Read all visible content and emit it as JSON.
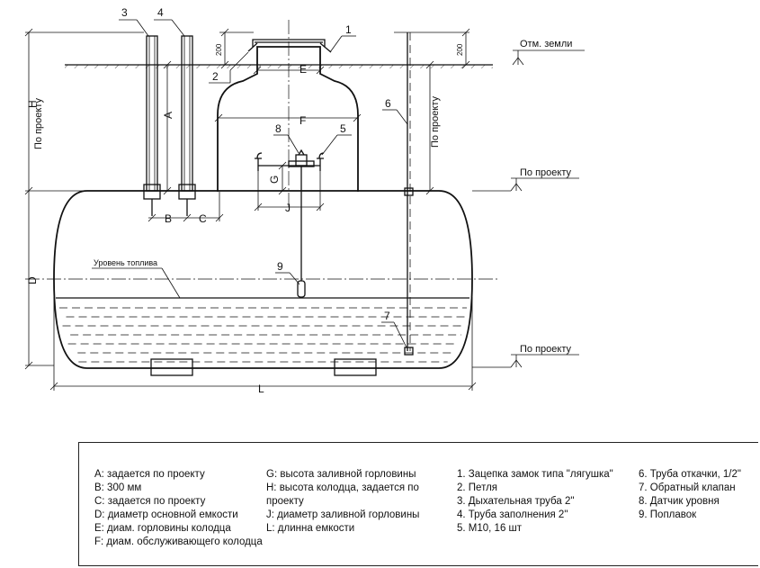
{
  "labels": {
    "ground_level": "Отм. земли",
    "by_project_1": "По проекту",
    "by_project_2": "По проекту",
    "fuel_level": "Уровень топлива",
    "vertical_by_project_left": "По проекту",
    "vertical_by_project_right": "По проекту",
    "dim_200_left": "200",
    "dim_200_right": "200"
  },
  "dims": {
    "A": "A",
    "B": "B",
    "C": "C",
    "D": "D",
    "E": "E",
    "F": "F",
    "G": "G",
    "H": "H",
    "J": "J",
    "L": "L"
  },
  "callouts": [
    "1",
    "2",
    "3",
    "4",
    "5",
    "6",
    "7",
    "8",
    "9"
  ],
  "legend": {
    "col1": [
      "A: задается по проекту",
      "B: 300 мм",
      "C: задается по проекту",
      "D: диаметр основной емкости",
      "E: диам. горловины колодца",
      "F: диам. обслуживающего колодца"
    ],
    "col2": [
      "G: высота заливной горловины",
      "H: высота колодца, задается по проекту",
      "J: диаметр заливной горловины",
      "L: длинна емкости"
    ],
    "col3": [
      "1. Зацепка замок типа \"лягушка\"",
      "2. Петля",
      "3. Дыхательная труба 2\"",
      "4. Труба заполнения 2\"",
      "5. М10, 16 шт"
    ],
    "col4": [
      "6. Труба откачки, 1/2\"",
      "7. Обратный клапан",
      "8. Датчик уровня",
      "9. Поплавок"
    ]
  }
}
